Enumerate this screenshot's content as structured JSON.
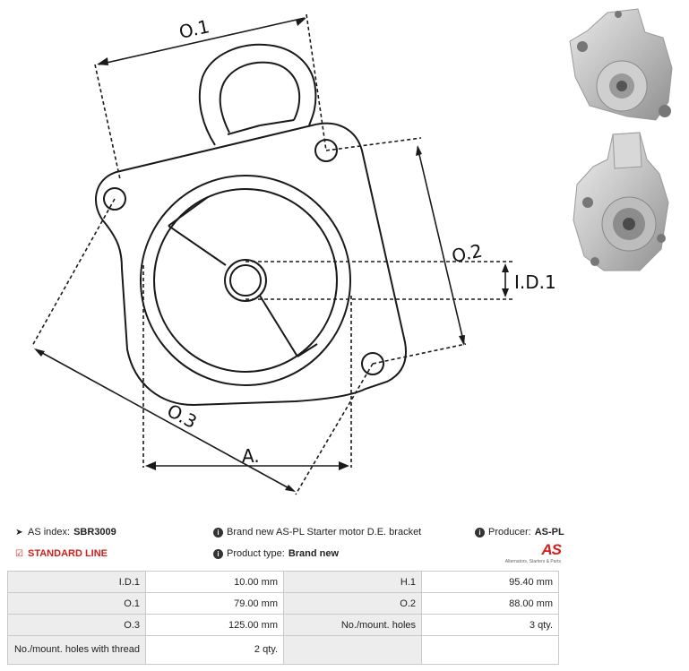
{
  "drawing": {
    "labels": {
      "o1": "O.1",
      "o2": "O.2",
      "o3": "O.3",
      "id1": "I.D.1",
      "a": "A."
    }
  },
  "info": {
    "index_label": "AS index:",
    "index_value": "SBR3009",
    "line_label": "STANDARD LINE",
    "description": "Brand new AS-PL Starter motor D.E. bracket",
    "product_type_label": "Product type:",
    "product_type_value": "Brand new",
    "producer_label": "Producer:",
    "producer_value": "AS-PL",
    "logo_text": "AS",
    "logo_tagline": "Alternators, Starters & Parts"
  },
  "specs": [
    [
      "I.D.1",
      "10.00 mm",
      "H.1",
      "95.40 mm"
    ],
    [
      "O.1",
      "79.00 mm",
      "O.2",
      "88.00 mm"
    ],
    [
      "O.3",
      "125.00 mm",
      "No./mount. holes",
      "3 qty."
    ],
    [
      "No./mount. holes with thread",
      "2 qty.",
      "",
      ""
    ]
  ],
  "colors": {
    "accent": "#d0201c",
    "header_bg": "#ededed",
    "border": "#c9c9c9"
  }
}
